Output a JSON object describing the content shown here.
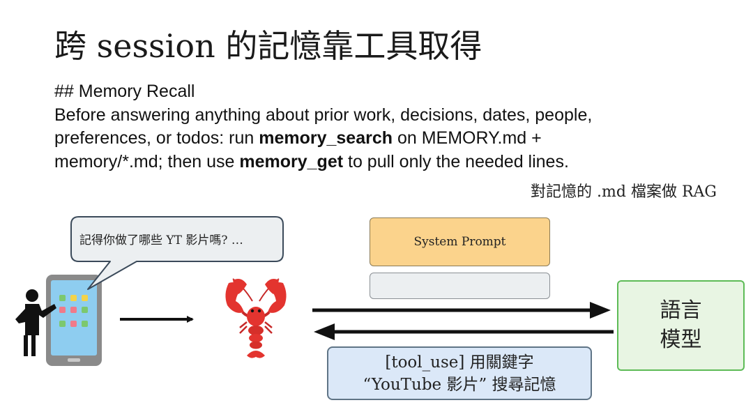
{
  "title": "跨 session 的記憶靠工具取得",
  "memory_prompt": {
    "heading": "## Memory Recall",
    "line1": "Before answering anything about prior work, decisions, dates, people,",
    "line2_pre": "preferences, or todos: run ",
    "line2_bold": "memory_search",
    "line2_post": " on MEMORY.md +",
    "line3_pre": "memory/*.md; then use ",
    "line3_bold": "memory_get",
    "line3_post": " to pull only the needed lines."
  },
  "rag_note": "對記憶的 .md 檔案做 RAG",
  "speech_bubble": "記得你做了哪些 YT 影片嗎? …",
  "context_stack": {
    "system_prompt": "System Prompt",
    "second_block": ""
  },
  "language_model": {
    "line1": "語言",
    "line2": "模型"
  },
  "tool_use": {
    "line1": "[tool_use] 用關鍵字",
    "line2": "“YouTube 影片” 搜尋記憶"
  },
  "icons": {
    "person": "person-icon",
    "phone": "phone-icon",
    "agent": "lobster-icon"
  },
  "colors": {
    "system_prompt_fill": "#fbd38c",
    "language_model_fill": "#e8f5e3",
    "language_model_border": "#5dbb56",
    "tool_use_fill": "#dbe8f8",
    "phone_screen": "#8ecdf0",
    "lobster": "#e3342f"
  }
}
